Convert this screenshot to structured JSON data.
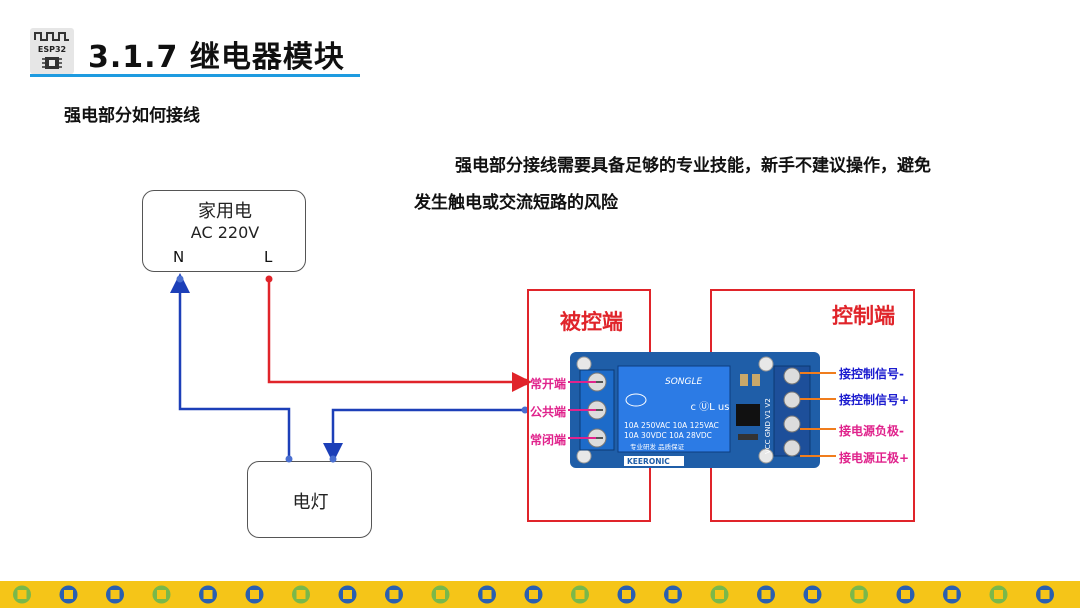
{
  "header": {
    "title": "3.1.7 继电器模块",
    "logo_text": "ESP32"
  },
  "subheading": "强电部分如何接线",
  "description": {
    "line1": "强电部分接线需要具备足够的专业技能，新手不建议操作，避免",
    "line2": "发生触电或交流短路的风险"
  },
  "mains": {
    "title": "家用电",
    "voltage": "AC 220V",
    "terminal_n": "N",
    "terminal_l": "L"
  },
  "lamp": {
    "label": "电灯"
  },
  "sections": {
    "controlled": "被控端",
    "control": "控制端"
  },
  "relay_terminals": {
    "no": "常开端",
    "com": "公共端",
    "nc": "常闭端"
  },
  "control_pins": {
    "signal_minus": "接控制信号-",
    "signal_plus": "接控制信号+",
    "power_minus": "接电源负极-",
    "power_plus": "接电源正极+"
  },
  "relay_module": {
    "brand": "SONGLE",
    "rating1": "10A 250VAC  10A 125VAC",
    "rating2": "10A  30VDC  10A  28VDC",
    "maker": "KEERONIC",
    "slogan": "专业研发  品质保证",
    "pins": "VCC GND V1 V2"
  },
  "colors": {
    "red_wire": "#e0242a",
    "blue_wire": "#1c3fb8",
    "accent_blue": "#1e9be0",
    "magenta": "#e0238c",
    "strip": "#f5c518"
  }
}
